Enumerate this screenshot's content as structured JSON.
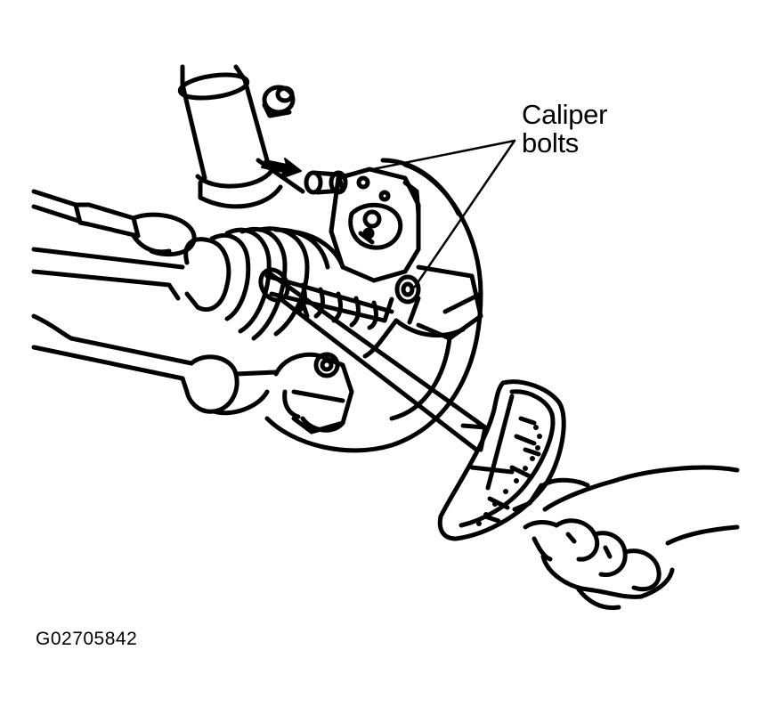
{
  "callout": {
    "line1": "Caliper",
    "line2": "bolts"
  },
  "figure_id": "G02705842",
  "colors": {
    "ink": "#000000",
    "paper": "#ffffff"
  }
}
